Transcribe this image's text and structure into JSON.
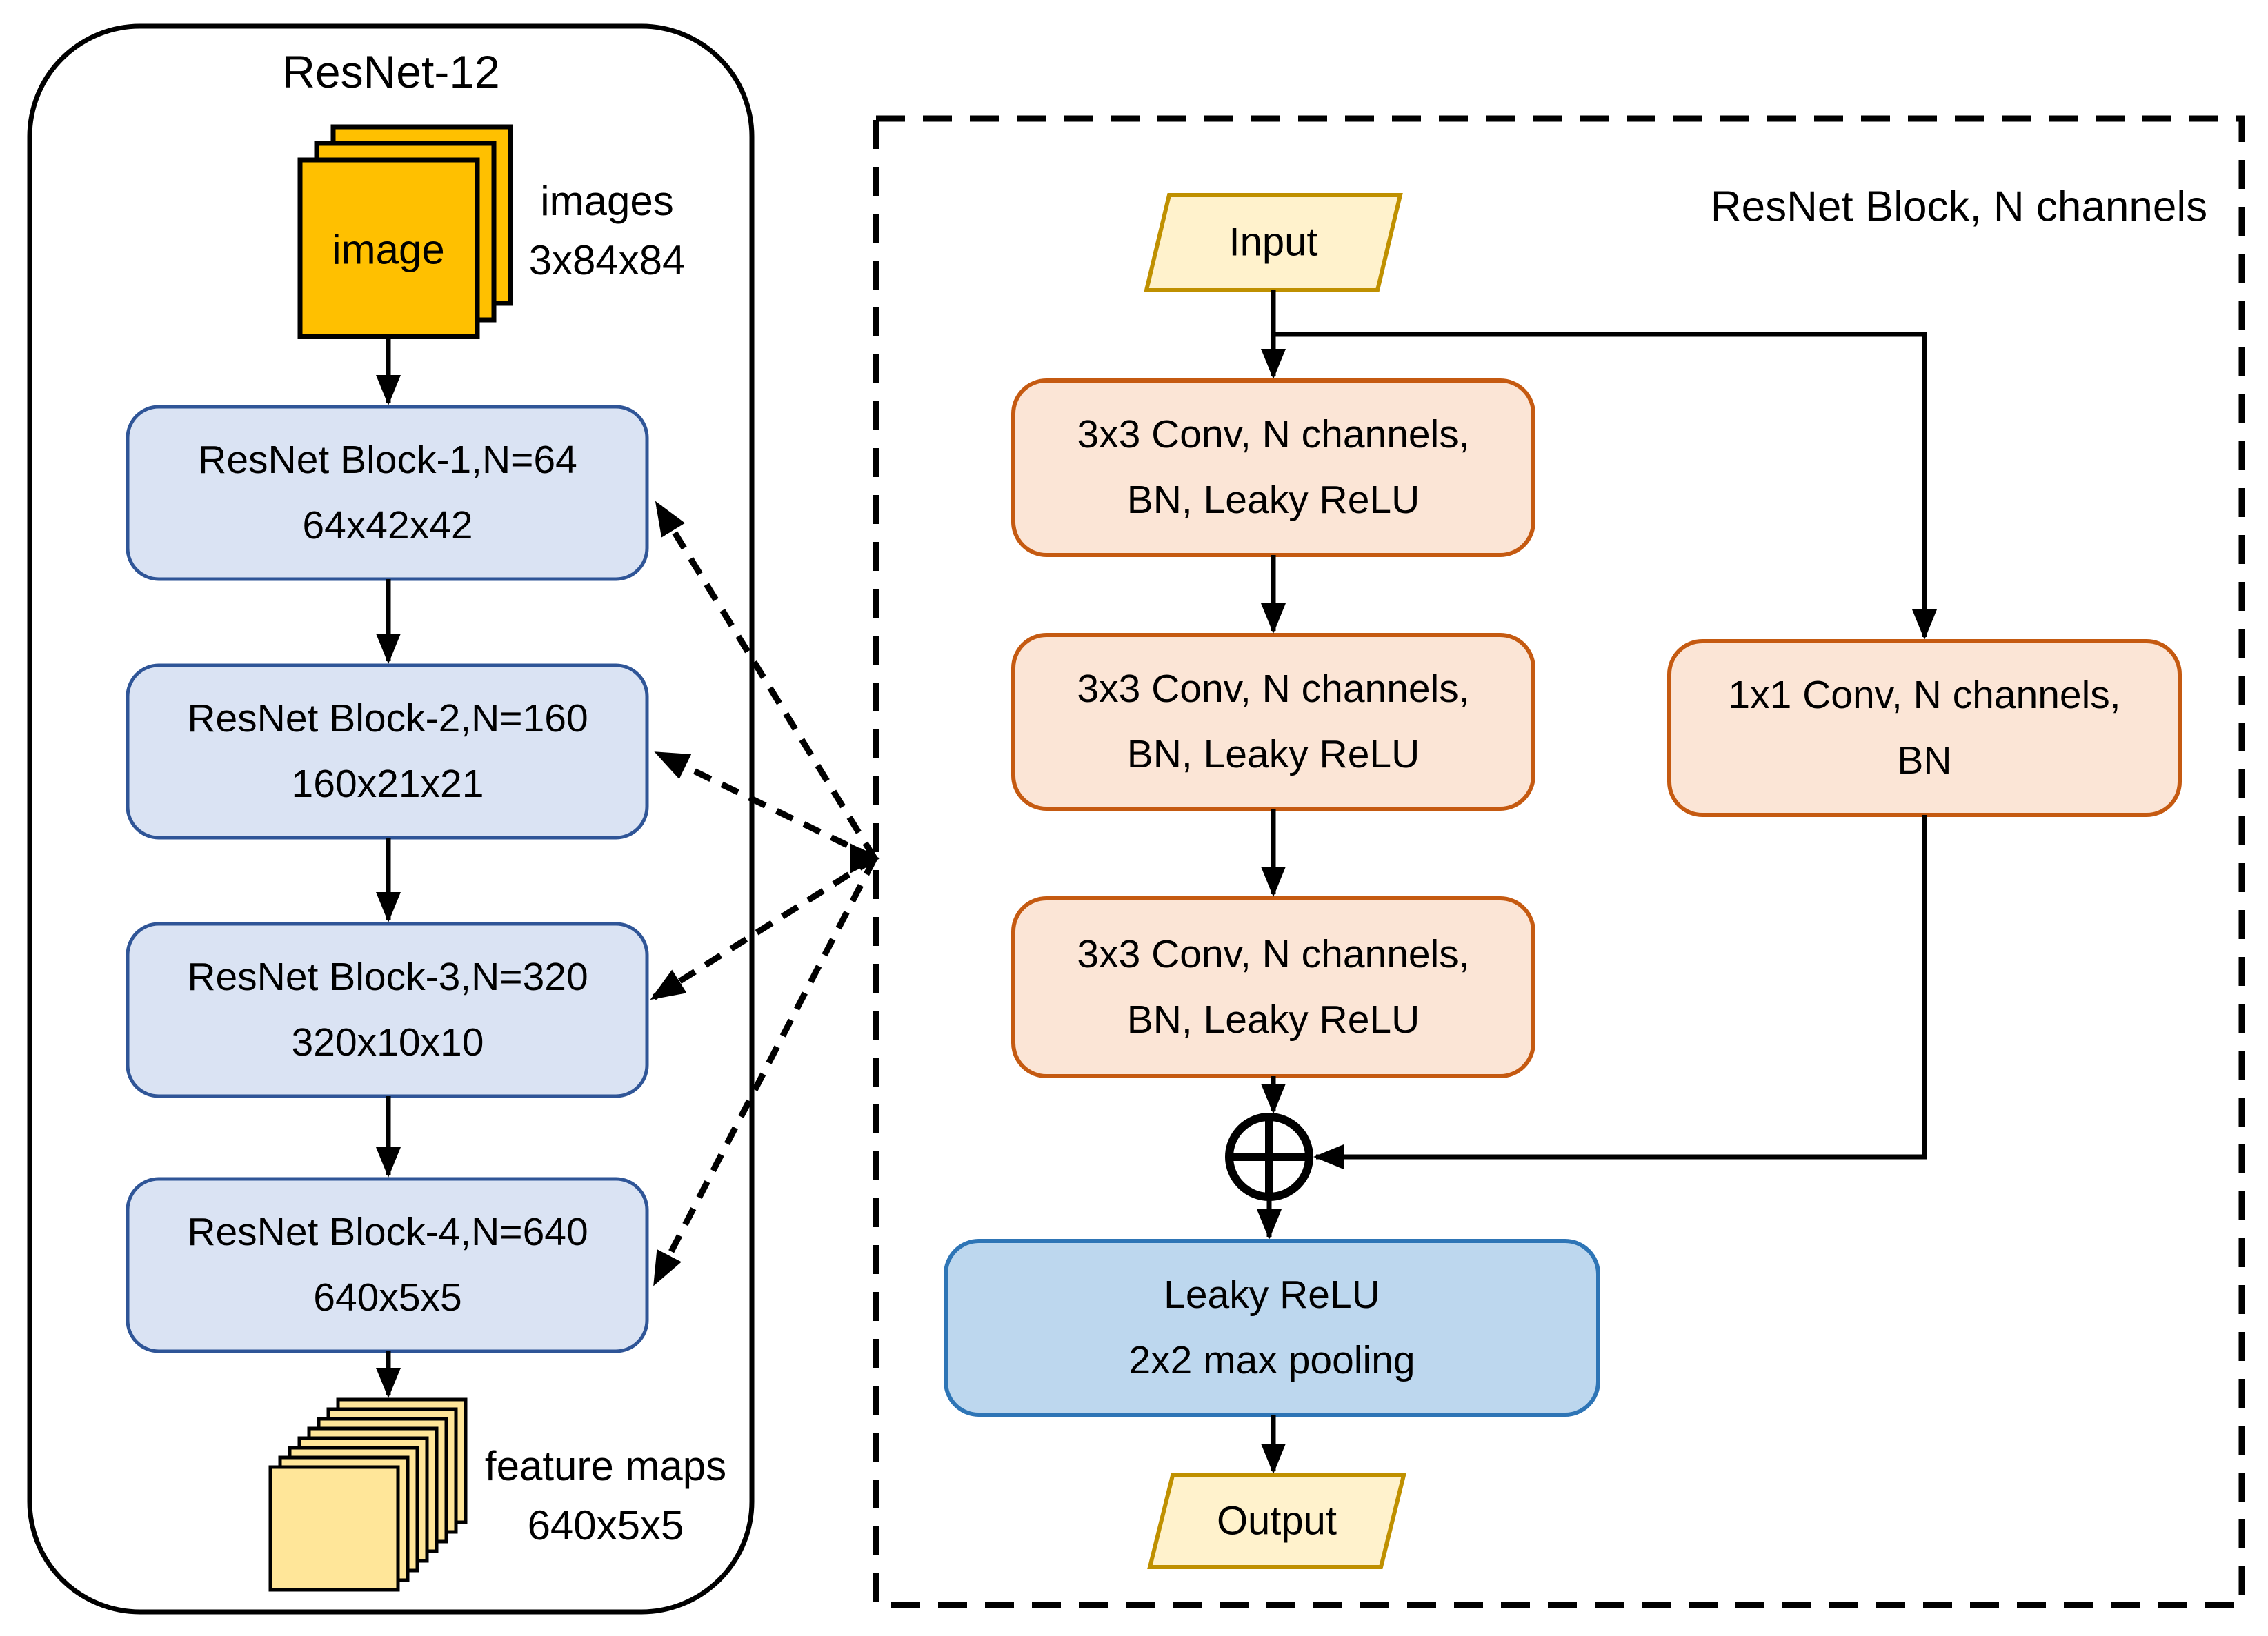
{
  "colors": {
    "image_fill": "#FFC000",
    "feature_map_fill": "#FFE699",
    "stage_block_fill": "#DAE3F3",
    "stage_block_border": "#2F5597",
    "conv_block_fill": "#FBE5D6",
    "conv_block_border": "#C55A11",
    "pool_block_fill": "#BDD7EE",
    "pool_block_border": "#2E75B6",
    "io_fill": "#FFF2CC",
    "io_border": "#BF9000",
    "line_color": "#000000"
  },
  "left_panel": {
    "title": "ResNet-12",
    "image_stack_label": "image",
    "image_stack_caption": [
      "images",
      "3x84x84"
    ],
    "blocks": [
      {
        "name": "ResNet Block-1,N=64",
        "shape": "64x42x42"
      },
      {
        "name": "ResNet Block-2,N=160",
        "shape": "160x21x21"
      },
      {
        "name": "ResNet Block-3,N=320",
        "shape": "320x10x10"
      },
      {
        "name": "ResNet Block-4,N=640",
        "shape": "640x5x5"
      }
    ],
    "feature_stack_caption": [
      "feature maps",
      "640x5x5"
    ]
  },
  "right_panel": {
    "title": "ResNet Block, N channels",
    "input_label": "Input",
    "conv_blocks": [
      {
        "line1": "3x3 Conv, N channels,",
        "line2": "BN, Leaky ReLU"
      },
      {
        "line1": "3x3 Conv, N channels,",
        "line2": "BN, Leaky ReLU"
      },
      {
        "line1": "3x3 Conv, N channels,",
        "line2": "BN, Leaky ReLU"
      }
    ],
    "shortcut_block": {
      "line1": "1x1 Conv, N channels,",
      "line2": "BN"
    },
    "pool_block": {
      "line1": "Leaky ReLU",
      "line2": "2x2 max pooling"
    },
    "output_label": "Output"
  }
}
